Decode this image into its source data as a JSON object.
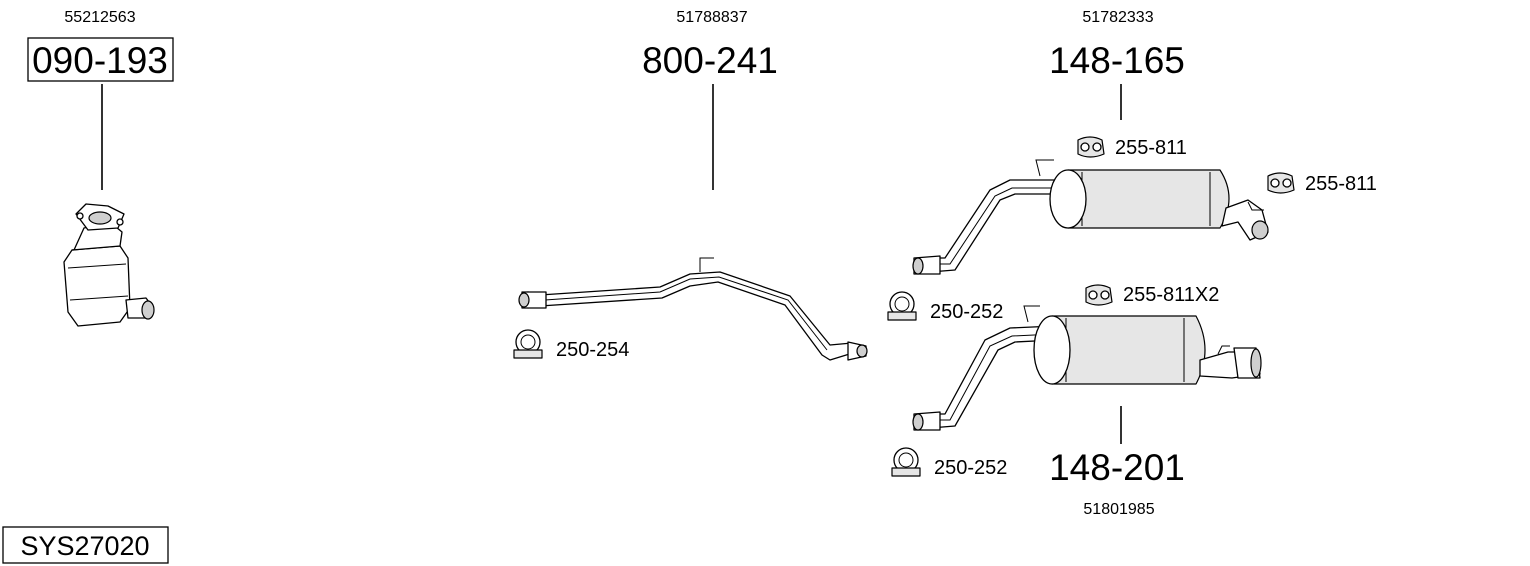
{
  "parts": [
    {
      "id": "catalyst",
      "oe_number": "55212563",
      "part_number": "090-193"
    },
    {
      "id": "middle-pipe",
      "oe_number": "51788837",
      "part_number": "800-241"
    },
    {
      "id": "rear-silencer-upper",
      "oe_number": "51782333",
      "part_number": "148-165"
    },
    {
      "id": "rear-silencer-lower",
      "oe_number": "51801985",
      "part_number": "148-201"
    }
  ],
  "accessories": {
    "clamp_middle": "250-254",
    "clamp_upper": "250-252",
    "clamp_lower": "250-252",
    "hanger_upper_1": "255-811",
    "hanger_upper_2": "255-811",
    "hanger_lower": "255-811X2"
  },
  "system_number": "SYS27020",
  "icons": {
    "clamp": "pipe-clamp-icon",
    "hanger": "rubber-hanger-icon"
  }
}
